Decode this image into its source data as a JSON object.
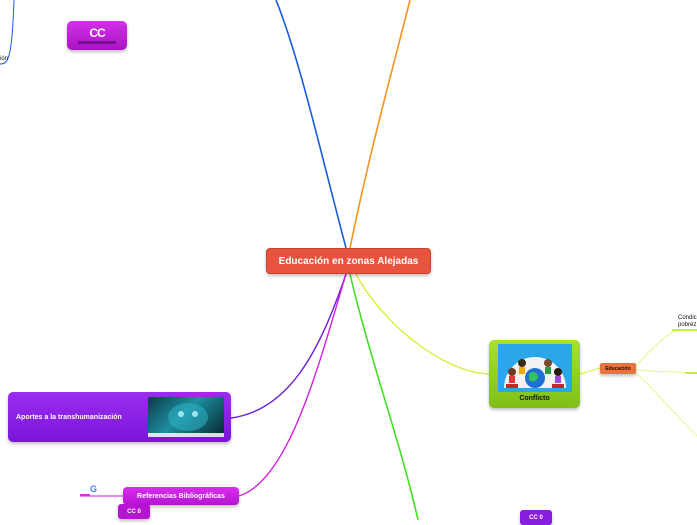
{
  "central": {
    "title": "Educación en zonas Alejadas"
  },
  "nodes": {
    "conflict": {
      "label": "Conflicto"
    },
    "transhumanization": {
      "label": "Aportes a la transhumanización"
    },
    "references": {
      "label": "Referencias Bibliográficas"
    },
    "education_sub": {
      "label": "Educación"
    },
    "cc_badge": {
      "label": "CC"
    },
    "cc0_left": {
      "label": "CC 0"
    },
    "cc0_right": {
      "label": "CC 0"
    }
  },
  "partial_texts": {
    "top_left": "ión",
    "right_line1": "Condic",
    "right_line2": "pobrez"
  },
  "icons": {
    "google": "G"
  },
  "colors": {
    "central": "#e8533f",
    "branch_blue": "#1a5ae0",
    "branch_orange": "#f7931e",
    "branch_purple": "#6a1fd8",
    "branch_magenta": "#d21ee0",
    "branch_green": "#41e021",
    "branch_lime": "#d6f03a"
  }
}
